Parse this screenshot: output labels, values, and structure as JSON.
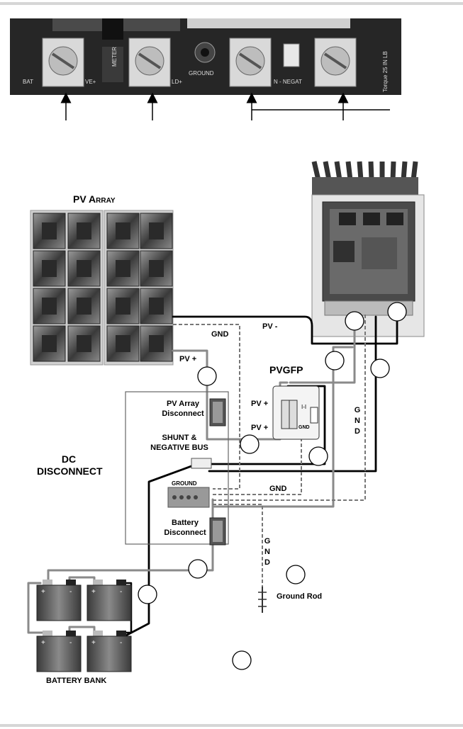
{
  "photo_labels": {
    "bat": "BAT",
    "meter": "METER",
    "ve_plus": "VE+",
    "ld_plus": "LD+",
    "ground": "GROUND",
    "negat": "N - NEGAT",
    "torque": "Torque 25 IN LB"
  },
  "labels": {
    "pv_array": "PV Array",
    "pv_minus": "PV -",
    "gnd_top": "GND",
    "pv_plus": "PV +",
    "pvgfp": "PVGFP",
    "pvgfp_pv_plus_1": "PV +",
    "pvgfp_pv_plus_2": "PV +",
    "pvgfp_gnd": "GND",
    "pv_array_disconnect": "PV Array Disconnect",
    "shunt_neg_bus": "SHUNT & NEGATIVE BUS",
    "dc_disconnect": "DC DISCONNECT",
    "ground_bus": "GROUND",
    "gnd_mid": "GND",
    "battery_disconnect": "Battery Disconnect",
    "gnd_vertical_right": "G N D",
    "gnd_vertical_lower": "G N D",
    "ground_rod": "Ground Rod",
    "battery_bank": "BATTERY BANK"
  }
}
